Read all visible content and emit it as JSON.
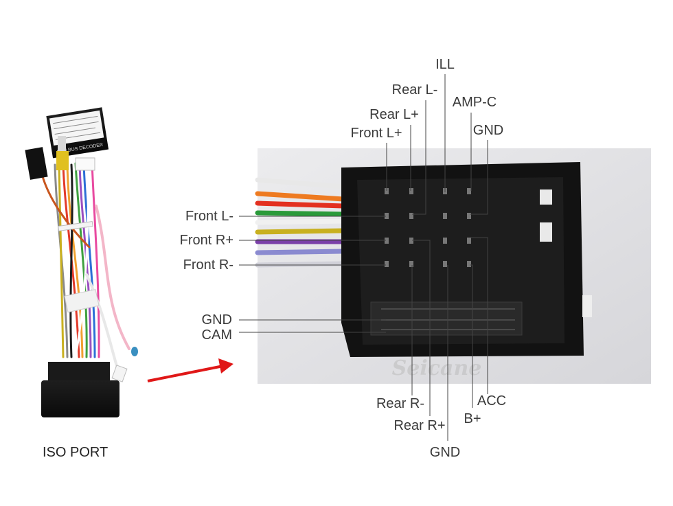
{
  "caption": "ISO PORT",
  "watermark": "Seicane",
  "colors": {
    "arrow": "#e01818",
    "leader": "#444444",
    "connector": "#141414",
    "photo_bg": "#d9d9dc"
  },
  "pin_labels": {
    "ill": "ILL",
    "rear_l_minus": "Rear L-",
    "amp_c": "AMP-C",
    "rear_l_plus": "Rear L+",
    "gnd_top": "GND",
    "front_l_plus": "Front L+",
    "front_l_minus": "Front L-",
    "front_r_plus": "Front R+",
    "front_r_minus": "Front R-",
    "gnd_left": "GND",
    "cam": "CAM",
    "acc": "ACC",
    "rear_r_minus": "Rear R-",
    "b_plus": "B+",
    "rear_r_plus": "Rear R+",
    "gnd_bottom": "GND"
  },
  "decoder_box_text": [
    "CAN BUS DECODER"
  ]
}
